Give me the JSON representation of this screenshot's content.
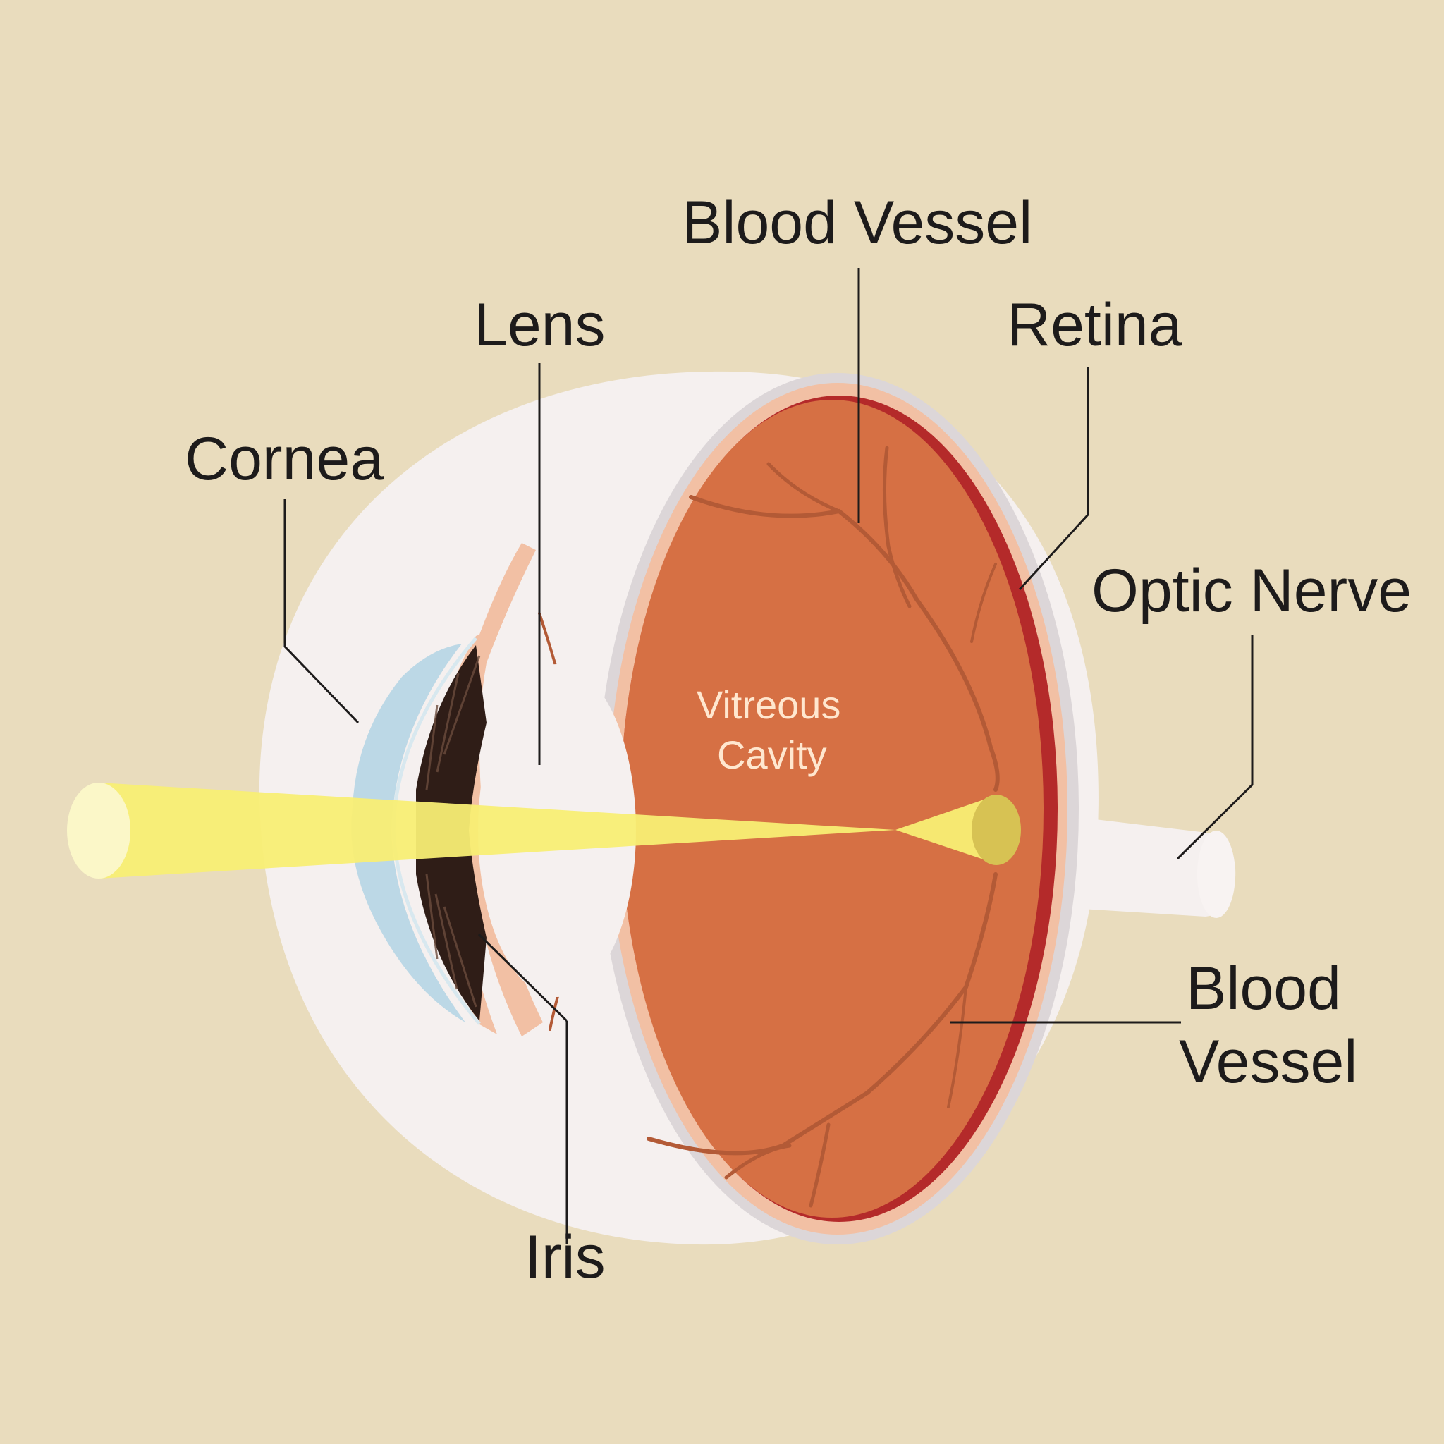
{
  "labels": {
    "blood_vessel_top": "Blood Vessel",
    "lens": "Lens",
    "retina": "Retina",
    "cornea": "Cornea",
    "optic_nerve": "Optic Nerve",
    "vitreous_line1": "Vitreous",
    "vitreous_line2": "Cavity",
    "blood_vessel_bottom_line1": "Blood",
    "blood_vessel_bottom_line2": "Vessel",
    "iris": "Iris"
  },
  "colors": {
    "background": "#e9dcbd",
    "sclera": "#f5f0ef",
    "vitreous": "#d67044",
    "retina": "#b42a2a",
    "choroid": "#f2c0a4",
    "iris": "#2f1d17",
    "cornea": "#bcd8e6",
    "light_beam": "#f8ee74",
    "vessel": "#b35a36",
    "label_text": "#1d1b1b"
  }
}
